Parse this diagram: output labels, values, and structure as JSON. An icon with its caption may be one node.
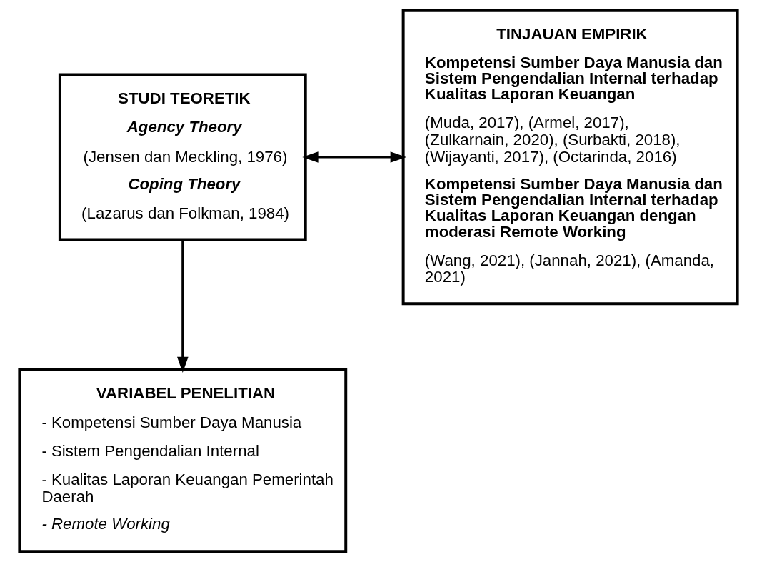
{
  "diagram": {
    "nodes": [
      {
        "text": [
          "STUDI TEORETIK",
          "Agency Theory",
          "(Jensen dan Meckling, 1976)",
          "Coping Theory",
          "(Lazarus dan Folkman, 1984)"
        ]
      },
      {
        "text": [
          "TINJAUAN EMPIRIK",
          "Kompetensi Sumber Daya Manusia dan Sistem Pengendalian Internal terhadap Kualitas Laporan Keuangan",
          "(Muda, 2017), (Armel, 2017), (Zulkarnain, 2020), (Surbakti, 2018), (Wijayanti, 2017), (Octarinda, 2016)",
          "Kompetensi Sumber Daya Manusia dan Sistem Pengendalian Internal terhadap Kualitas Laporan Keuangan dengan moderasi Remote Working",
          "(Wang, 2021), (Jannah, 2021), (Amanda, 2021)"
        ]
      },
      {
        "text": [
          "VARIABEL PENELITIAN",
          "- Kompetensi Sumber Daya Manusia",
          "- Sistem Pengendalian Internal",
          "- Kualitas Laporan Keuangan Pemerintah Daerah",
          "- Remote Working"
        ]
      }
    ],
    "edges": [
      {
        "from": 0,
        "to": 1,
        "arrow": "both"
      },
      {
        "from": 0,
        "to": 2,
        "arrow": "to"
      }
    ]
  }
}
